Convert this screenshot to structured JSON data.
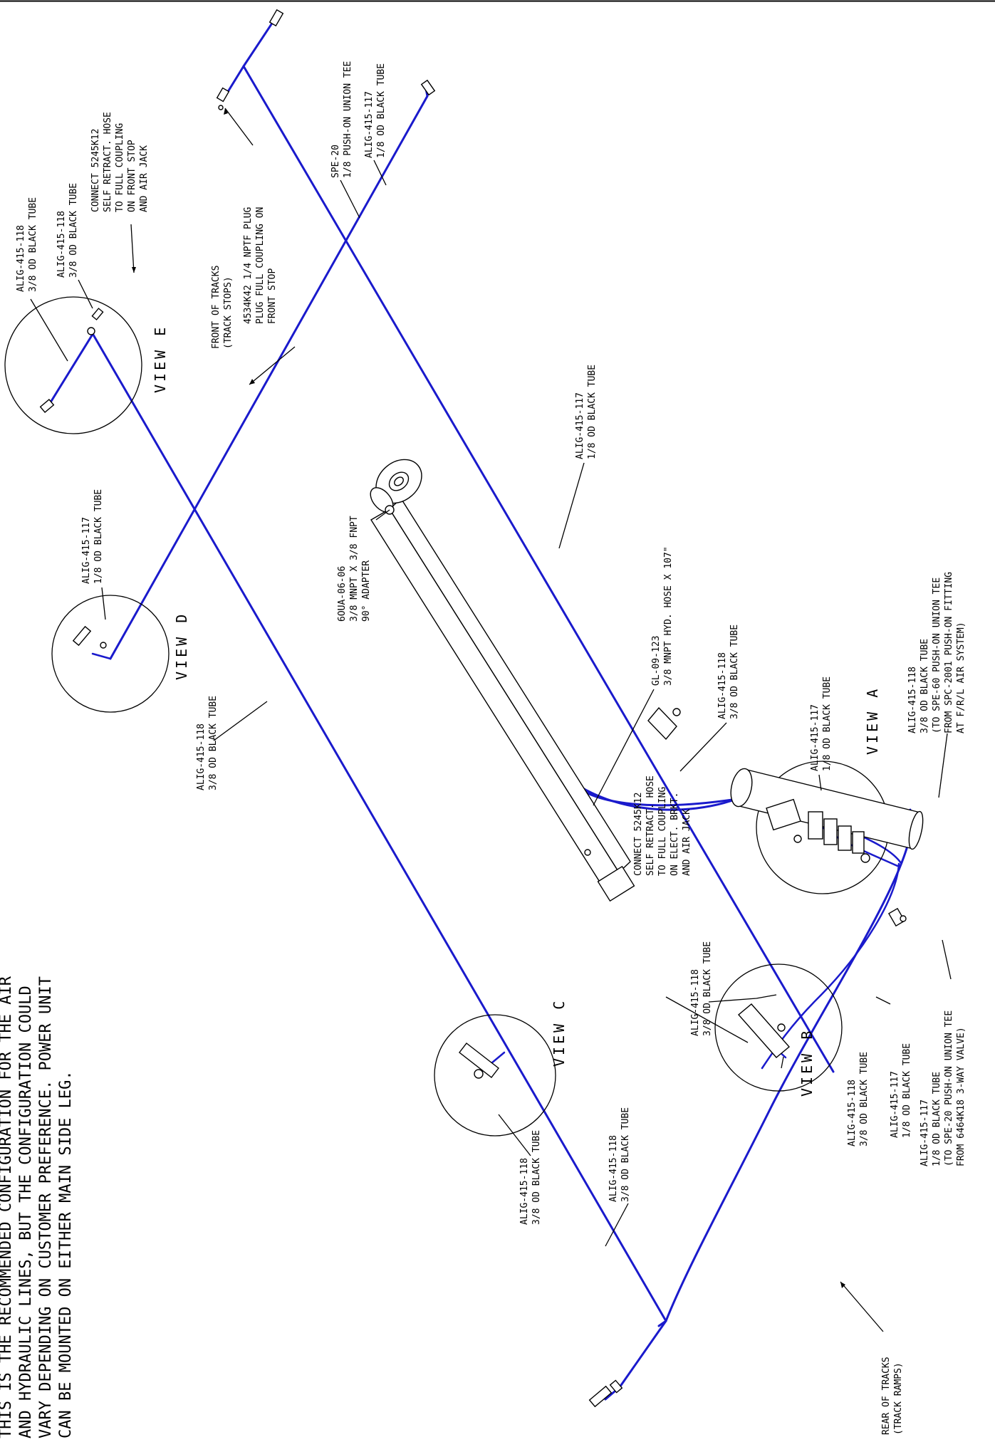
{
  "colors": {
    "tube": "#1a1acc",
    "ink": "#000000",
    "paper": "#ffffff"
  },
  "note": {
    "lines": [
      "THIS IS THE RECOMMENDED CONFIGURATION FOR THE AIR",
      "AND HYDRAULIC LINES, BUT THE CONFIGURATION COULD",
      "VARY DEPENDING ON CUSTOMER PREFERENCE. POWER UNIT",
      "CAN BE MOUNTED ON EITHER MAIN SIDE LEG."
    ]
  },
  "views": {
    "a": "VIEW A",
    "b": "VIEW B",
    "c": "VIEW C",
    "d": "VIEW D",
    "e": "VIEW E"
  },
  "callouts": {
    "e_tube118_a": [
      "ALIG-415-118",
      "3/8 OD BLACK TUBE"
    ],
    "e_tube118_b": [
      "ALIG-415-118",
      "3/8 OD BLACK TUBE"
    ],
    "connect_front": [
      "CONNECT 5245K12",
      "SELF RETRACT. HOSE",
      "TO FULL COUPLING",
      "ON FRONT STOP",
      "AND AIR JACK"
    ],
    "plug": [
      "4534K42 1/4 NPTF PLUG",
      "PLUG FULL COUPLING ON",
      "FRONT STOP"
    ],
    "tee_top": [
      "SPE-20",
      "1/8 PUSH-ON UNION TEE"
    ],
    "tube117_top": [
      "ALIG-415-117",
      "1/8 OD BLACK TUBE"
    ],
    "front_tracks": [
      "FRONT OF TRACKS",
      "(TRACK STOPS)"
    ],
    "tube117_right": [
      "ALIG-415-117",
      "1/8 OD BLACK TUBE"
    ],
    "tube117_viewd": [
      "ALIG-415-117",
      "1/8 OD BLACK TUBE"
    ],
    "adapter": [
      "6OUA-06-06",
      "3/8 MNPT X 3/8 FNPT",
      "90° ADAPTER"
    ],
    "hyd_hose": [
      "GL-09-123",
      "3/8 MNPT HYD. HOSE X 107\""
    ],
    "tube118_mid": [
      "ALIG-415-118",
      "3/8 OD BLACK TUBE"
    ],
    "tube117_viewa": [
      "ALIG-415-117",
      "1/8 OD BLACK TUBE"
    ],
    "tube118_spe60": [
      "ALIG-415-118",
      "3/8 OD BLACK TUBE",
      "(TO SPE-60 PUSH-ON UNION TEE",
      "FROM SPC-2001 PUSH-ON FITTING",
      "AT F/R/L AIR SYSTEM)"
    ],
    "tube118_left": [
      "ALIG-415-118",
      "3/8 OD BLACK TUBE"
    ],
    "connect_elec": [
      "CONNECT 5245K12",
      "SELF RETRACT. HOSE",
      "TO FULL COUPLING",
      "ON ELECT. BRKT.",
      "AND AIR JACK"
    ],
    "tube118_viewb": [
      "ALIG-415-118",
      "3/8 OD BLACK TUBE"
    ],
    "tube118_viewb2": [
      "ALIG-415-118",
      "3/8 OD BLACK TUBE"
    ],
    "tube117_viewb": [
      "ALIG-415-117",
      "1/8 OD BLACK TUBE"
    ],
    "tube117_valve": [
      "ALIG-415-117",
      "1/8 OD BLACK TUBE",
      "(TO SPE-20 PUSH-ON UNION TEE",
      "FROM 6464K18 3-WAY VALVE)"
    ],
    "tube118_viewc": [
      "ALIG-415-118",
      "3/8 OD BLACK TUBE"
    ],
    "tube118_bottom": [
      "ALIG-415-118",
      "3/8 OD BLACK TUBE"
    ],
    "rear_tracks": [
      "REAR OF TRACKS",
      "(TRACK RAMPS)"
    ]
  }
}
